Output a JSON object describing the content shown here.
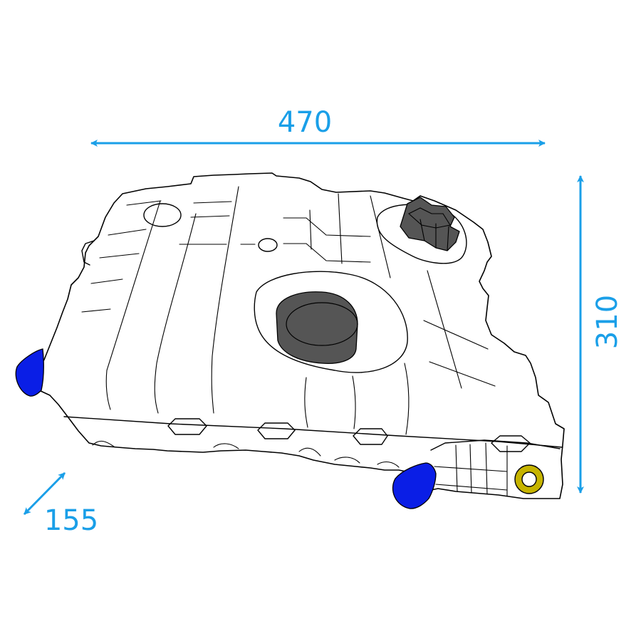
{
  "dimensions": {
    "width": {
      "value": "470"
    },
    "height": {
      "value": "310"
    },
    "depth": {
      "value": "155"
    }
  },
  "colors": {
    "dimension": "#1a9fe8",
    "pump_module": "#555555",
    "filler_cap": "#555555",
    "hose_connector": "#0a1ee6",
    "mount_ring": "#c6b400",
    "outline": "#000000"
  }
}
